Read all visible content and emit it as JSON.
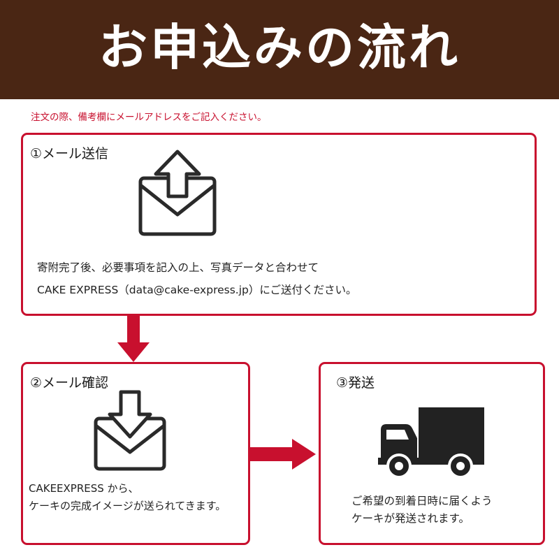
{
  "header": {
    "title": "お申込みの流れ"
  },
  "note": "注文の際、備考欄にメールアドレスをご記入ください。",
  "colors": {
    "header_bg": "#4a2614",
    "accent": "#c8102e",
    "icon": "#2a2a2a"
  },
  "steps": [
    {
      "title": "①メール送信",
      "icon": "envelope-upload-icon",
      "lines": [
        "寄附完了後、必要事項を記入の上、写真データと合わせて",
        "CAKE EXPRESS（data@cake-express.jp）にご送付ください。"
      ]
    },
    {
      "title": "②メール確認",
      "icon": "envelope-download-icon",
      "lines": [
        "CAKEEXPRESS から、",
        "ケーキの完成イメージが送られてきます。"
      ]
    },
    {
      "title": "③発送",
      "icon": "truck-icon",
      "lines": [
        "ご希望の到着日時に届くよう",
        "ケーキが発送されます。"
      ]
    }
  ]
}
